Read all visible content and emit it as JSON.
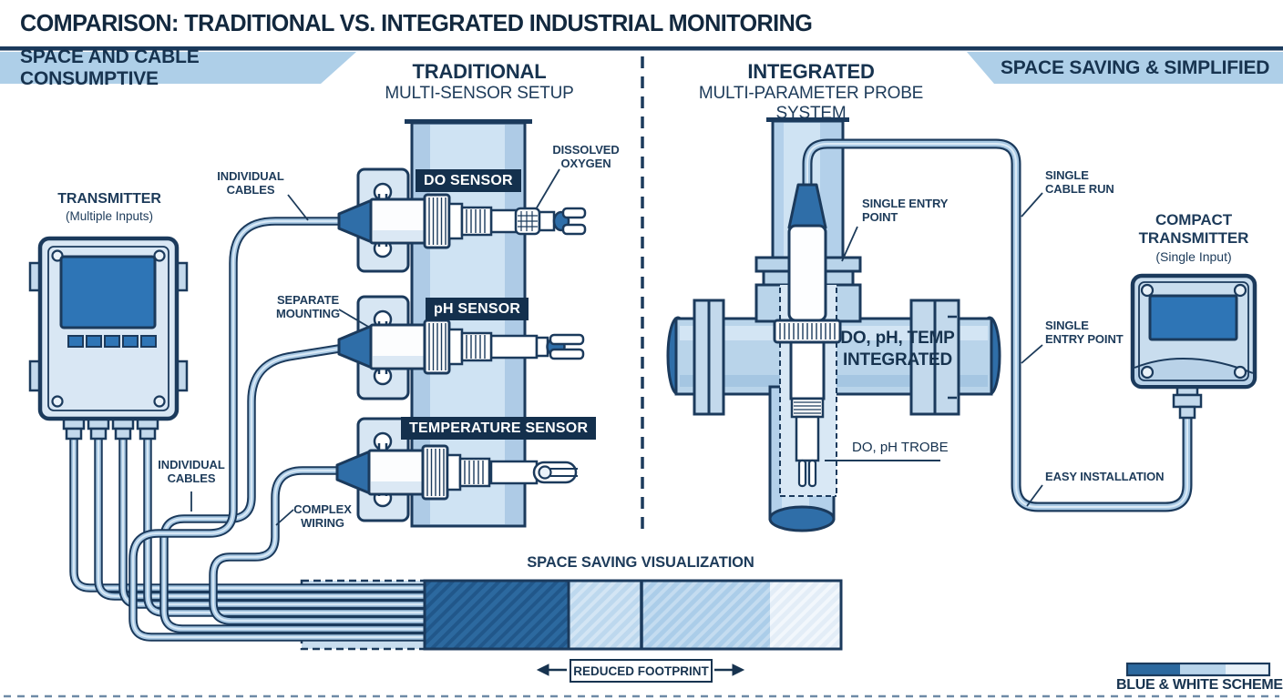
{
  "colors": {
    "navy_outline": "#1b3a5c",
    "text_navy": "#17334f",
    "banner_blue": "#aecfe8",
    "pipe_blue": "#b9d4ea",
    "screen_blue": "#2e75b6",
    "cable_blue": "#a9c9e4",
    "dark_hatch": "#2c699f",
    "label_bar_bg": "#14304d"
  },
  "header": {
    "title": "COMPARISON: TRADITIONAL VS. INTEGRATED INDUSTRIAL MONITORING"
  },
  "banners": {
    "left": "SPACE AND CABLE CONSUMPTIVE",
    "right": "SPACE SAVING & SIMPLIFIED"
  },
  "traditional": {
    "heading": "TRADITIONAL",
    "subheading": "MULTI-SENSOR SETUP",
    "transmitter": {
      "label": "TRANSMITTER",
      "sublabel": "(Multiple Inputs)"
    },
    "labels": {
      "individual_cables_top": "INDIVIDUAL CABLES",
      "separate_mounting": "SEPARATE MOUNTING",
      "dissolved_oxygen": "DISSOLVED OXYGEN",
      "individual_cables_bottom": "INDIVIDUAL CABLES",
      "complex_wiring": "COMPLEX WIRING"
    },
    "sensors": [
      {
        "label": "DO SENSOR"
      },
      {
        "label": "pH SENSOR"
      },
      {
        "label": "TEMPERATURE SENSOR"
      }
    ]
  },
  "integrated": {
    "heading": "INTEGRATED",
    "subheading": "MULTI-PARAMETER PROBE SYSTEM",
    "labels": {
      "single_entry_point_probe": "SINGLE ENTRY POINT",
      "single_cable_run": "SINGLE CABLE RUN",
      "single_entry_point_cable": "SINGLE ENTRY POINT",
      "easy_installation": "EASY INSTALLATION",
      "integration_line1": "DO, pH, TEMP",
      "integration_line2": "INTEGRATED",
      "probe": "DO, pH TROBE"
    },
    "transmitter": {
      "label_line1": "COMPACT",
      "label_line2": "TRANSMITTER",
      "sublabel": "(Single Input)"
    }
  },
  "footer": {
    "viz_title": "SPACE SAVING VISUALIZATION",
    "reduced_footprint": "REDUCED FOOTPRINT",
    "legend": "BLUE & WHITE SCHEME"
  }
}
